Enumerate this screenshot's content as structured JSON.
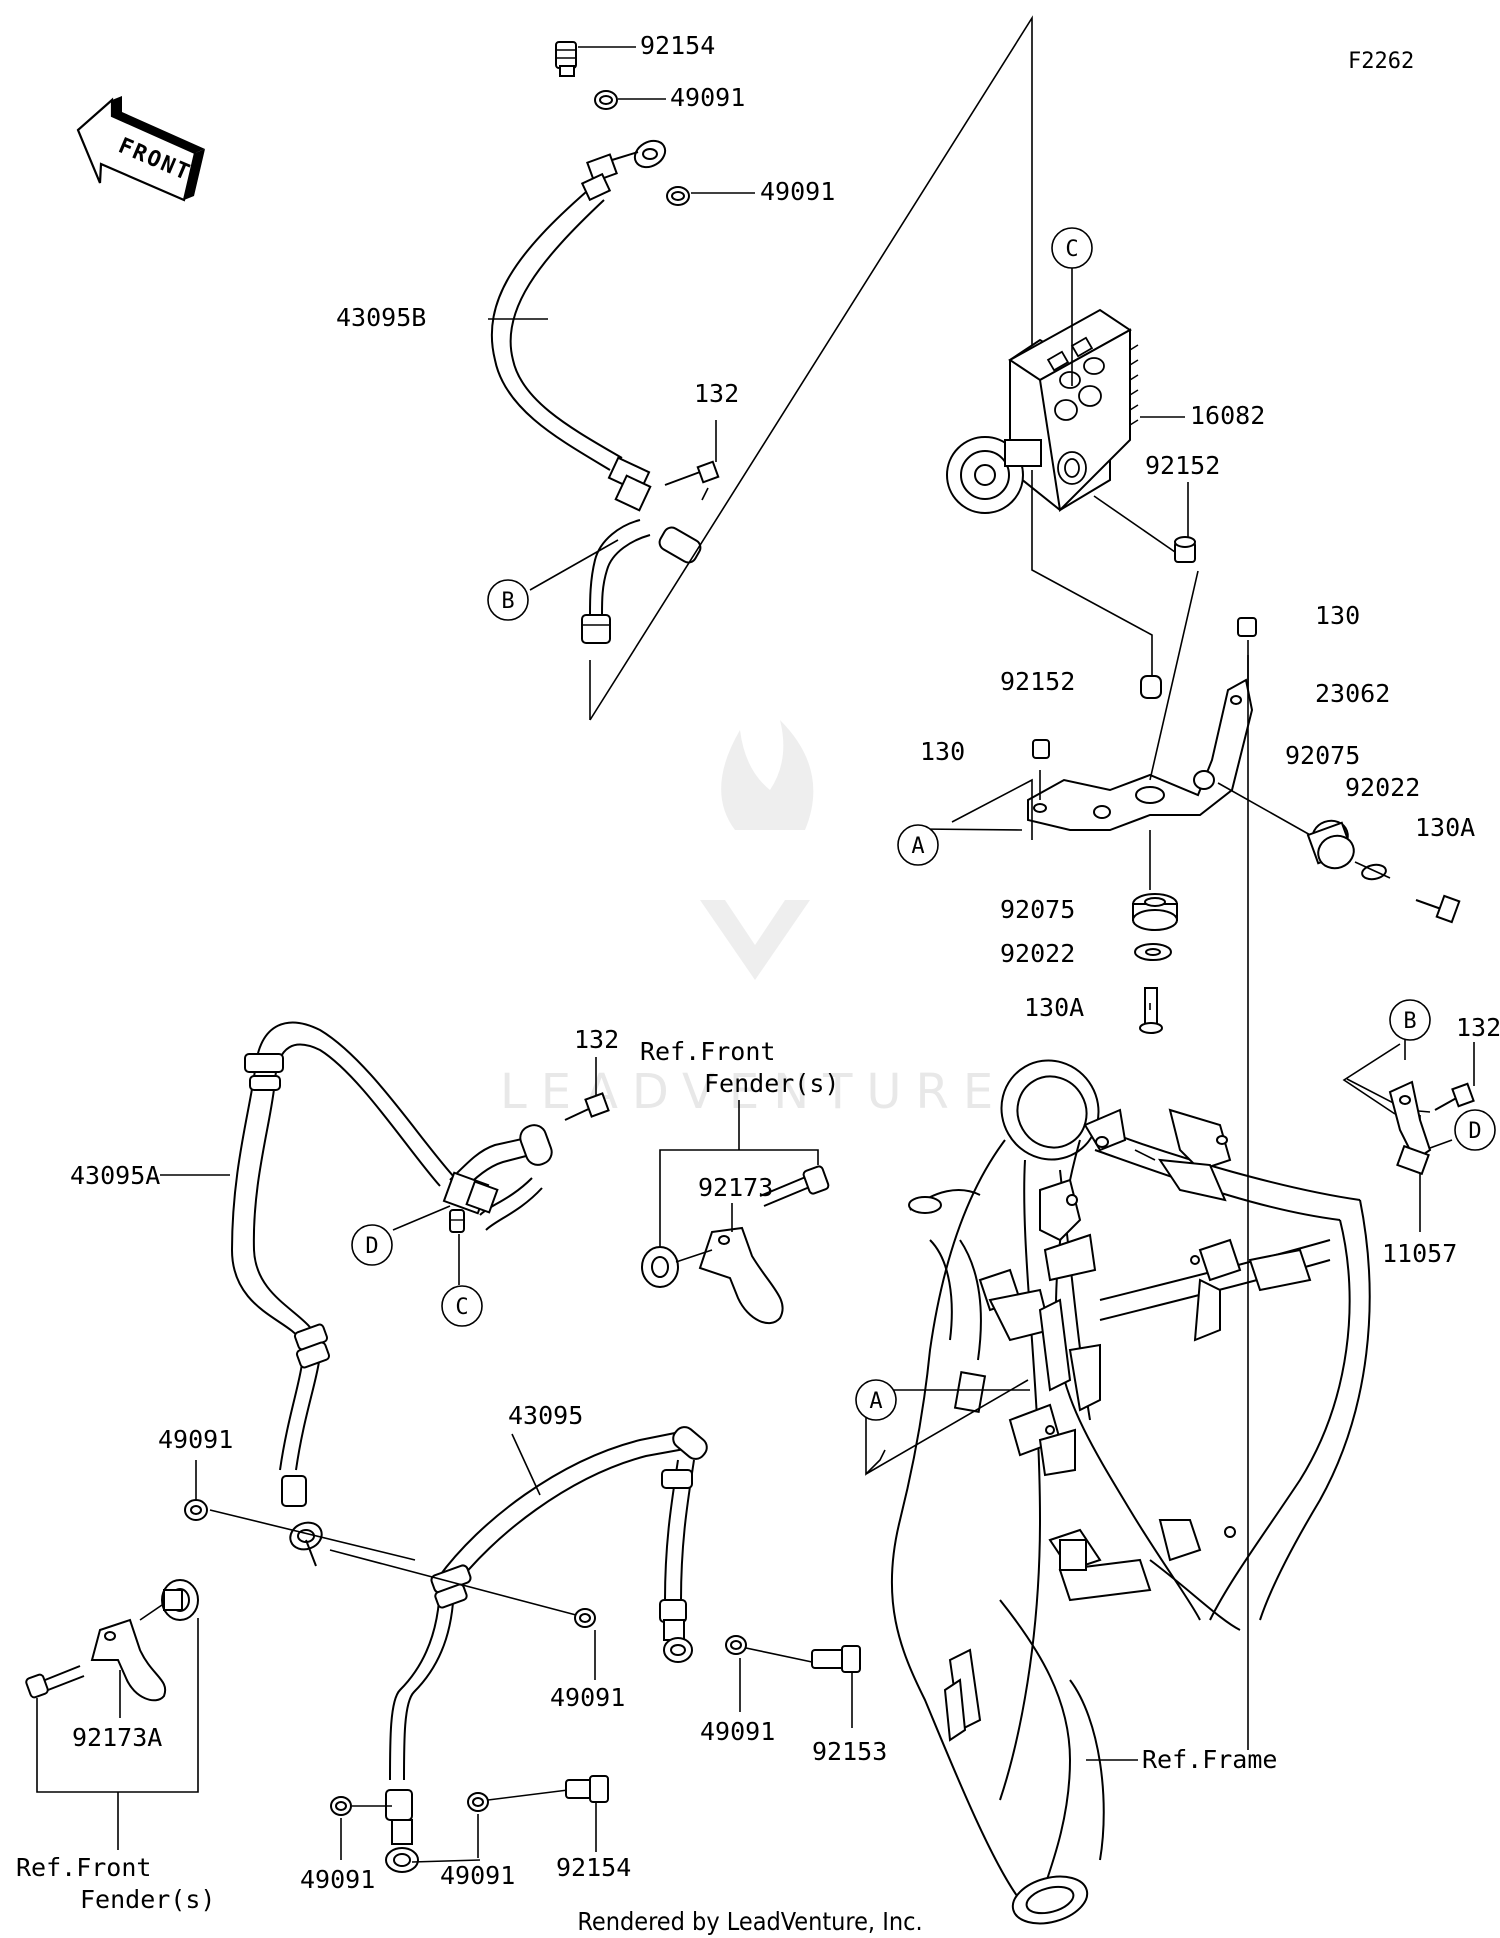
{
  "diagram_code": "F2262",
  "footer": "Rendered by LeadVenture, Inc.",
  "front_label": "FRONT",
  "watermark": "LEADVENTURE",
  "parts": {
    "p92154_top": "92154",
    "p49091_a": "49091",
    "p49091_b": "49091",
    "p43095B": "43095B",
    "p132_top": "132",
    "p16082": "16082",
    "p92152_a": "92152",
    "p130_a": "130",
    "p92152_b": "92152",
    "p23062": "23062",
    "p130_b": "130",
    "p92075_a": "92075",
    "p92022_a": "92022",
    "p130A_a": "130A",
    "p92075_b": "92075",
    "p92022_b": "92022",
    "p130A_b": "130A",
    "p132_mid": "132",
    "p43095A": "43095A",
    "p92173": "92173",
    "p132_right": "132",
    "p11057": "11057",
    "p43095": "43095",
    "p49091_c": "49091",
    "p49091_d": "49091",
    "p49091_e": "49091",
    "p92153": "92153",
    "p92173A": "92173A",
    "p49091_f": "49091",
    "p49091_g": "49091",
    "p92154_bot": "92154"
  },
  "refs": {
    "ref_fender_top_line1": "Ref.Front",
    "ref_fender_top_line2": "Fender(s)",
    "ref_fender_bot_line1": "Ref.Front",
    "ref_fender_bot_line2": "Fender(s)",
    "ref_frame": "Ref.Frame"
  },
  "callouts": {
    "A1": "A",
    "A2": "A",
    "B1": "B",
    "B2": "B",
    "C1": "C",
    "C2": "C",
    "D1": "D",
    "D2": "D"
  }
}
